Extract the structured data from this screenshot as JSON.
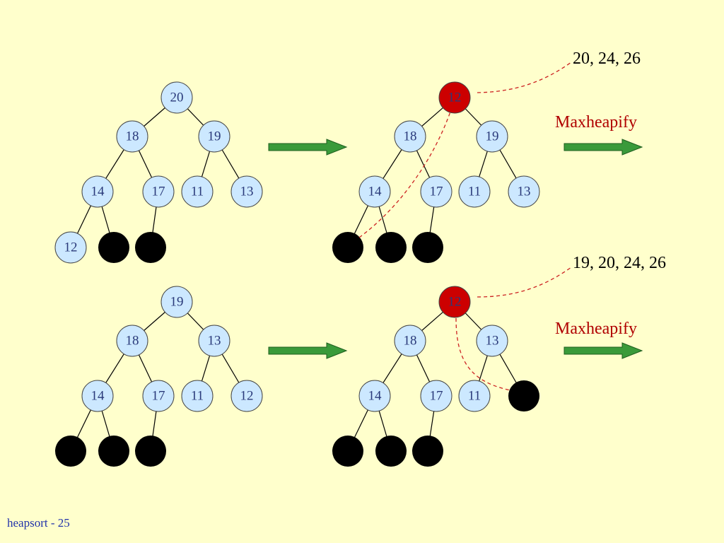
{
  "colors": {
    "background": "#ffffcc",
    "node_fill": "#cce8ff",
    "highlight_fill": "#cc0000",
    "empty_fill": "#000000",
    "arrow": "#3a9a3a",
    "dashed": "#cc2222"
  },
  "top_row": {
    "annotation": "20, 24, 26",
    "operation": "Maxheapify",
    "left_tree": {
      "nodes": [
        "20",
        "18",
        "19",
        "14",
        "17",
        "11",
        "13",
        "12",
        "",
        ""
      ]
    },
    "right_tree": {
      "nodes": [
        "12",
        "18",
        "19",
        "14",
        "17",
        "11",
        "13",
        "",
        "",
        ""
      ]
    }
  },
  "bottom_row": {
    "annotation": "19, 20, 24, 26",
    "operation": "Maxheapify",
    "left_tree": {
      "nodes": [
        "19",
        "18",
        "13",
        "14",
        "17",
        "11",
        "12",
        "",
        "",
        ""
      ]
    },
    "right_tree": {
      "nodes": [
        "12",
        "18",
        "13",
        "14",
        "17",
        "11",
        "",
        "",
        "",
        ""
      ]
    }
  },
  "footer": "heapsort - 25"
}
